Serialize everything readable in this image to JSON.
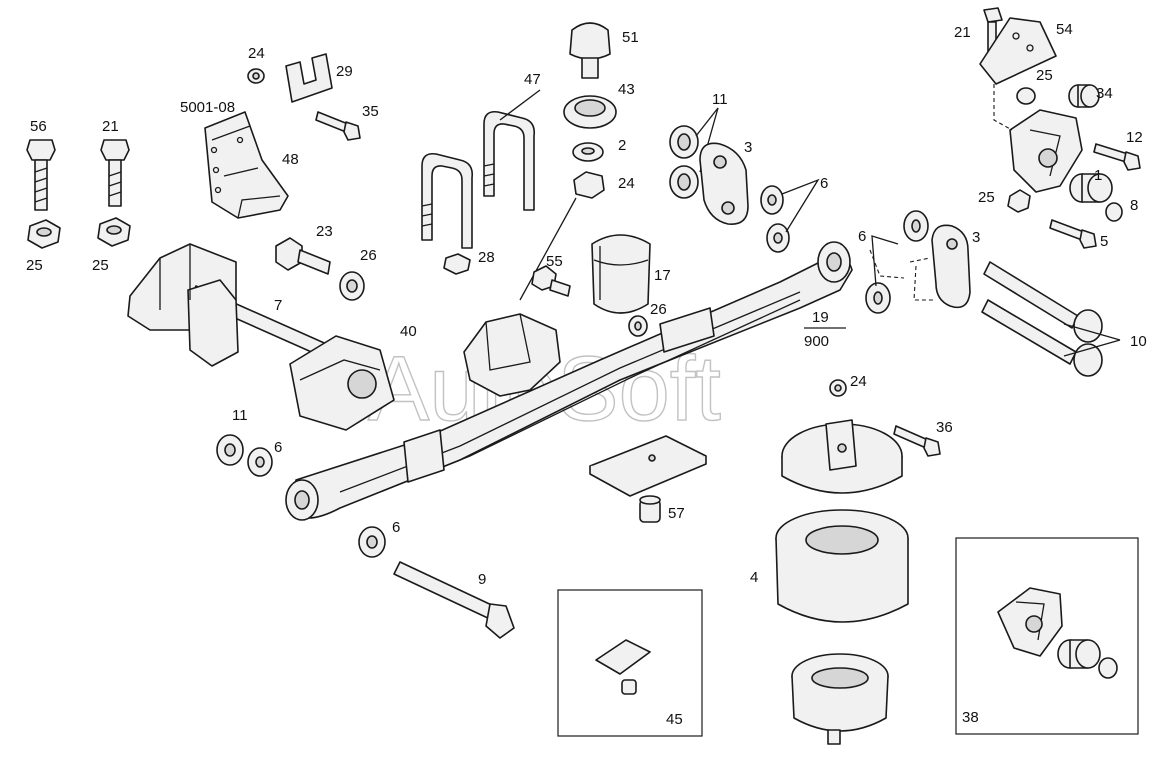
{
  "watermark": "AutoSoft",
  "subassembly_label": "5001-08",
  "fraction": {
    "top": "19",
    "bottom": "900"
  },
  "callouts": {
    "c56": "56",
    "c21a": "21",
    "c25a": "25",
    "c25b": "25",
    "c24a": "24",
    "c29": "29",
    "c35": "35",
    "c48": "48",
    "c47": "47",
    "c51": "51",
    "c43": "43",
    "c2": "2",
    "c24b": "24",
    "c11a": "11",
    "c3a": "3",
    "c6a": "6",
    "c21b": "21",
    "c54": "54",
    "c25c": "25",
    "c34": "34",
    "c12": "12",
    "c25d": "25",
    "c1": "1",
    "c8": "8",
    "c5": "5",
    "c23": "23",
    "c26a": "26",
    "c28": "28",
    "c55": "55",
    "c17": "17",
    "c26b": "26",
    "c7": "7",
    "c40": "40",
    "c6b": "6",
    "c3b": "3",
    "c10": "10",
    "c11b": "11",
    "c6c": "6",
    "c24c": "24",
    "c36": "36",
    "c57": "57",
    "c6d": "6",
    "c9": "9",
    "c4": "4",
    "c45": "45",
    "c38": "38"
  }
}
